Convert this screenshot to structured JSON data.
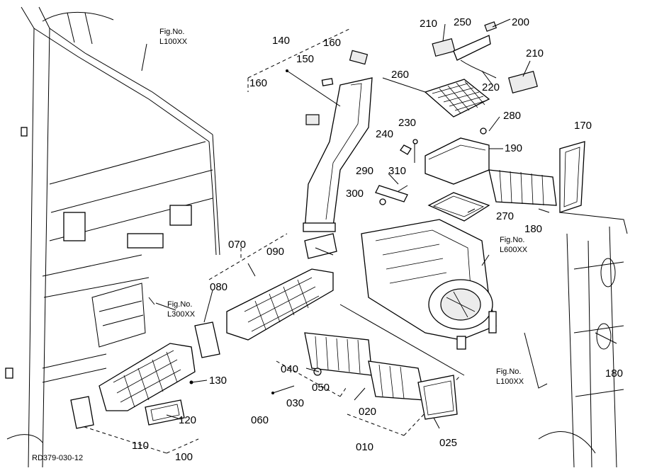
{
  "drawing_code": "RD379-030-12",
  "fig_refs": {
    "top_left": {
      "line1": "Fig.No.",
      "line2": "L100XX"
    },
    "mid_left": {
      "line1": "Fig.No.",
      "line2": "L300XX"
    },
    "mid_right": {
      "line1": "Fig.No.",
      "line2": "L600XX"
    },
    "bottom_right": {
      "line1": "Fig.No.",
      "line2": "L100XX"
    }
  },
  "parts": {
    "p140": "140",
    "p160a": "160",
    "p150": "150",
    "p160b": "160",
    "p210a": "210",
    "p250": "250",
    "p200": "200",
    "p210b": "210",
    "p260": "260",
    "p220": "220",
    "p280": "280",
    "p230": "230",
    "p240": "240",
    "p190": "190",
    "p170": "170",
    "p290": "290",
    "p310": "310",
    "p300": "300",
    "p270": "270",
    "p180a": "180",
    "p070": "070",
    "p090": "090",
    "p080": "080",
    "p130": "130",
    "p040": "040",
    "p050": "050",
    "p060": "060",
    "p030": "030",
    "p020": "020",
    "p120": "120",
    "p110": "110",
    "p100": "100",
    "p010": "010",
    "p025": "025",
    "p180b": "180"
  }
}
